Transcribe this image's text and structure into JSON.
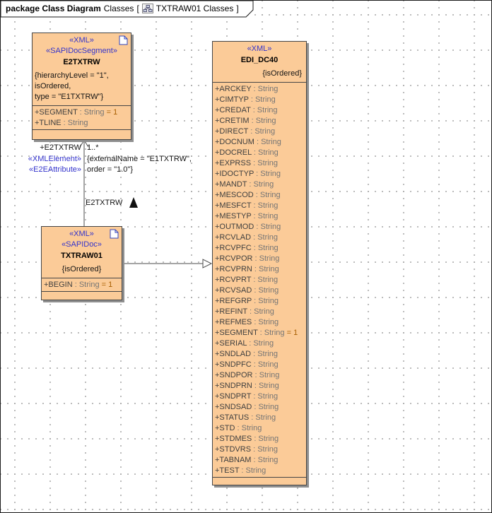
{
  "header": {
    "package_label": "package Class Diagram",
    "diagram_name": "Classes",
    "bracket_open": "[",
    "context_name": "TXTRAW01 Classes",
    "bracket_close": "]"
  },
  "colors": {
    "class_fill": "#fbcb98",
    "class_border": "#454545",
    "shadow": "#8f8f8f",
    "stereotype_blue": "#3333cc",
    "attribute_gray": "#3f3f3f",
    "default_value_orange": "#a85f00",
    "grid_dot": "#9a9a9a"
  },
  "classes": {
    "e2txtrw": {
      "stereotypes": [
        "«XML»",
        "«SAPIDocSegment»"
      ],
      "name": "E2TXTRW",
      "constraints": [
        "{hierarchyLevel = \"1\",",
        "isOrdered,",
        "type = \"E1TXTRW\"}"
      ],
      "attributes": [
        {
          "name": "+SEGMENT",
          "type": " : String",
          "default": " = 1"
        },
        {
          "name": "+TLINE",
          "type": " : String"
        }
      ]
    },
    "txtraw01": {
      "stereotypes": [
        "«XML»",
        "«SAPIDoc»"
      ],
      "name": "TXTRAW01",
      "constraints": [
        "{isOrdered}"
      ],
      "attributes": [
        {
          "name": "+BEGIN",
          "type": " : String",
          "default": " = 1"
        }
      ]
    },
    "edi_dc40": {
      "stereotypes": [
        "«XML»"
      ],
      "name": "EDI_DC40",
      "constraints": [
        "{isOrdered}"
      ],
      "attributes": [
        {
          "name": "+ARCKEY",
          "type": " : String"
        },
        {
          "name": "+CIMTYP",
          "type": " : String"
        },
        {
          "name": "+CREDAT",
          "type": " : String"
        },
        {
          "name": "+CRETIM",
          "type": " : String"
        },
        {
          "name": "+DIRECT",
          "type": " : String"
        },
        {
          "name": "+DOCNUM",
          "type": " : String"
        },
        {
          "name": "+DOCREL",
          "type": " : String"
        },
        {
          "name": "+EXPRSS",
          "type": " : String"
        },
        {
          "name": "+IDOCTYP",
          "type": " : String"
        },
        {
          "name": "+MANDT",
          "type": " : String"
        },
        {
          "name": "+MESCOD",
          "type": " : String"
        },
        {
          "name": "+MESFCT",
          "type": " : String"
        },
        {
          "name": "+MESTYP",
          "type": " : String"
        },
        {
          "name": "+OUTMOD",
          "type": " : String"
        },
        {
          "name": "+RCVLAD",
          "type": " : String"
        },
        {
          "name": "+RCVPFC",
          "type": " : String"
        },
        {
          "name": "+RCVPOR",
          "type": " : String"
        },
        {
          "name": "+RCVPRN",
          "type": " : String"
        },
        {
          "name": "+RCVPRT",
          "type": " : String"
        },
        {
          "name": "+RCVSAD",
          "type": " : String"
        },
        {
          "name": "+REFGRP",
          "type": " : String"
        },
        {
          "name": "+REFINT",
          "type": " : String"
        },
        {
          "name": "+REFMES",
          "type": " : String"
        },
        {
          "name": "+SEGMENT",
          "type": " : String",
          "default": " = 1"
        },
        {
          "name": "+SERIAL",
          "type": " : String"
        },
        {
          "name": "+SNDLAD",
          "type": " : String"
        },
        {
          "name": "+SNDPFC",
          "type": " : String"
        },
        {
          "name": "+SNDPOR",
          "type": " : String"
        },
        {
          "name": "+SNDPRN",
          "type": " : String"
        },
        {
          "name": "+SNDPRT",
          "type": " : String"
        },
        {
          "name": "+SNDSAD",
          "type": " : String"
        },
        {
          "name": "+STATUS",
          "type": " : String"
        },
        {
          "name": "+STD",
          "type": " : String"
        },
        {
          "name": "+STDMES",
          "type": " : String"
        },
        {
          "name": "+STDVRS",
          "type": " : String"
        },
        {
          "name": "+TABNAM",
          "type": " : String"
        },
        {
          "name": "+TEST",
          "type": " : String"
        }
      ]
    }
  },
  "association_vertical": {
    "role": "+E2TXTRW",
    "multiplicity": "1..*",
    "stereotype1": "«XMLElement»",
    "stereotype2": "«E2EAttribute»",
    "constraint_line1": "{externalName = \"E1TXTRW\",",
    "constraint_line2": "order = \"1.0\"}",
    "direction_label": "E2TXTRW"
  }
}
